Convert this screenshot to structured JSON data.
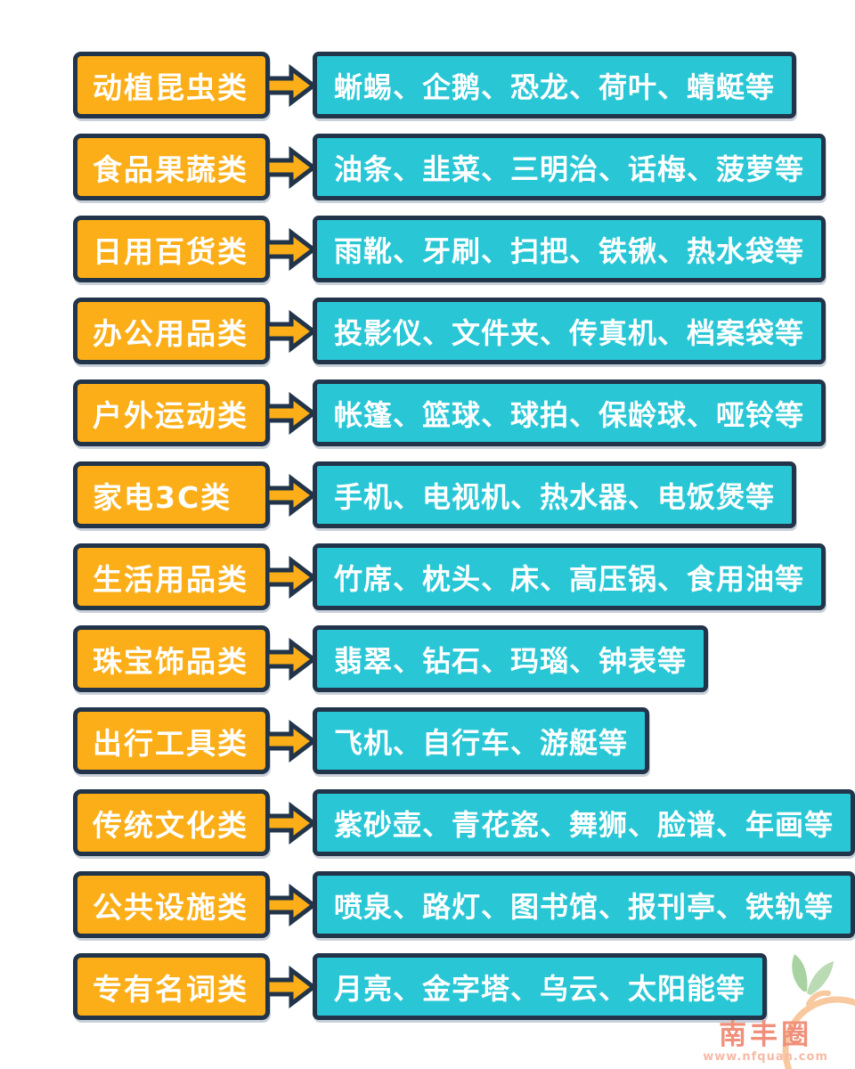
{
  "page": {
    "background": "#ffffff"
  },
  "colors": {
    "category_fill": "#FBAE17",
    "items_fill": "#29C7D6",
    "outline": "#213449",
    "text": "#FFFFFF",
    "watermark_brand": "#F0907B",
    "watermark_url": "#F6BBA8",
    "watermark_fruit": "#F8C89E",
    "watermark_leaf": "#A9D2A3"
  },
  "icons": {
    "arrow": "right-block-arrow",
    "logo": "orange-fruit-with-leaf"
  },
  "rows": [
    {
      "category": "动植昆虫类",
      "items": "蜥蜴、企鹅、恐龙、荷叶、蜻蜓等"
    },
    {
      "category": "食品果蔬类",
      "items": "油条、韭菜、三明治、话梅、菠萝等"
    },
    {
      "category": "日用百货类",
      "items": "雨靴、牙刷、扫把、铁锹、热水袋等"
    },
    {
      "category": "办公用品类",
      "items": "投影仪、文件夹、传真机、档案袋等"
    },
    {
      "category": "户外运动类",
      "items": "帐篷、篮球、球拍、保龄球、哑铃等"
    },
    {
      "category": "家电3C类",
      "items": "手机、电视机、热水器、电饭煲等"
    },
    {
      "category": "生活用品类",
      "items": "竹席、枕头、床、高压锅、食用油等"
    },
    {
      "category": "珠宝饰品类",
      "items": "翡翠、钻石、玛瑙、钟表等"
    },
    {
      "category": "出行工具类",
      "items": "飞机、自行车、游艇等"
    },
    {
      "category": "传统文化类",
      "items": "紫砂壶、青花瓷、舞狮、脸谱、年画等"
    },
    {
      "category": "公共设施类",
      "items": "喷泉、路灯、图书馆、报刊亭、铁轨等"
    },
    {
      "category": "专有名词类",
      "items": "月亮、金字塔、乌云、太阳能等"
    }
  ],
  "watermark": {
    "brand": "南丰圈",
    "url": "www.nfquan.com"
  }
}
